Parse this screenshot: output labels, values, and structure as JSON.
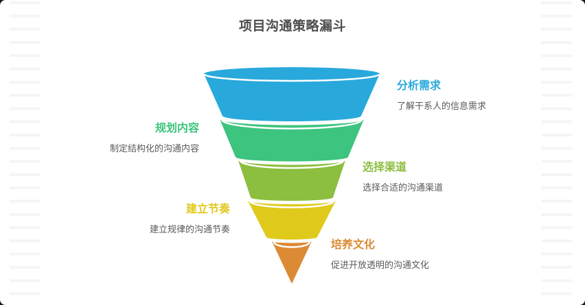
{
  "title": "项目沟通策略漏斗",
  "theme": {
    "background": "#151515",
    "card": "#ffffff",
    "title_color": "#4c4c4c",
    "description_color": "#595959",
    "stripe_color": "#f5f5f5",
    "separator_color": "#ffffff"
  },
  "funnel": {
    "type": "funnel",
    "stages": [
      {
        "name": "分析需求",
        "description": "了解干系人的信息需求",
        "color": "#29a9db",
        "label_side": "right"
      },
      {
        "name": "规划内容",
        "description": "制定结构化的沟通内容",
        "color": "#3dc47e",
        "label_side": "left"
      },
      {
        "name": "选择渠道",
        "description": "选择合适的沟通渠道",
        "color": "#8cbe3f",
        "label_side": "right"
      },
      {
        "name": "建立节奏",
        "description": "建立规律的沟通节奏",
        "color": "#dfca1c",
        "label_side": "left"
      },
      {
        "name": "培养文化",
        "description": "促进开放透明的沟通文化",
        "color": "#dd8a34",
        "label_side": "right"
      }
    ]
  }
}
